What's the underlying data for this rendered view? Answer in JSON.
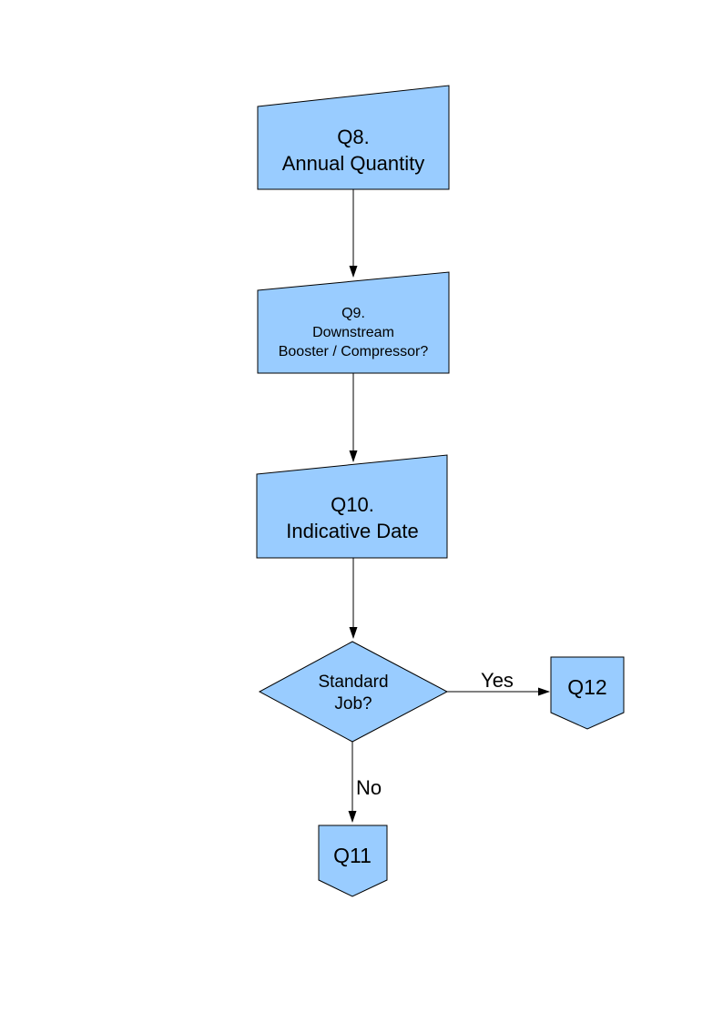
{
  "document": {
    "background": "#FFFFFF"
  },
  "colors": {
    "shape_fill": "#99CCFF",
    "shape_stroke": "#000000",
    "connector": "#000000",
    "text": "#000000"
  },
  "flowchart": {
    "nodes": {
      "q8": {
        "shape": "manual-input",
        "lines": [
          "Q8.",
          "Annual Quantity"
        ]
      },
      "q9": {
        "shape": "manual-input",
        "lines": [
          "Q9.",
          "Downstream",
          "Booster / Compressor?"
        ]
      },
      "q10": {
        "shape": "manual-input",
        "lines": [
          "Q10.",
          "Indicative Date"
        ]
      },
      "standard_job": {
        "shape": "decision",
        "lines": [
          "Standard",
          "Job?"
        ]
      },
      "q11": {
        "shape": "off-page-connector",
        "lines": [
          "Q11"
        ]
      },
      "q12": {
        "shape": "off-page-connector",
        "lines": [
          "Q12"
        ]
      }
    },
    "edges": {
      "q8_to_q9": {
        "label": ""
      },
      "q9_to_q10": {
        "label": ""
      },
      "q10_to_decision": {
        "label": ""
      },
      "decision_yes_to_q12": {
        "label": "Yes"
      },
      "decision_no_to_q11": {
        "label": "No"
      }
    }
  }
}
